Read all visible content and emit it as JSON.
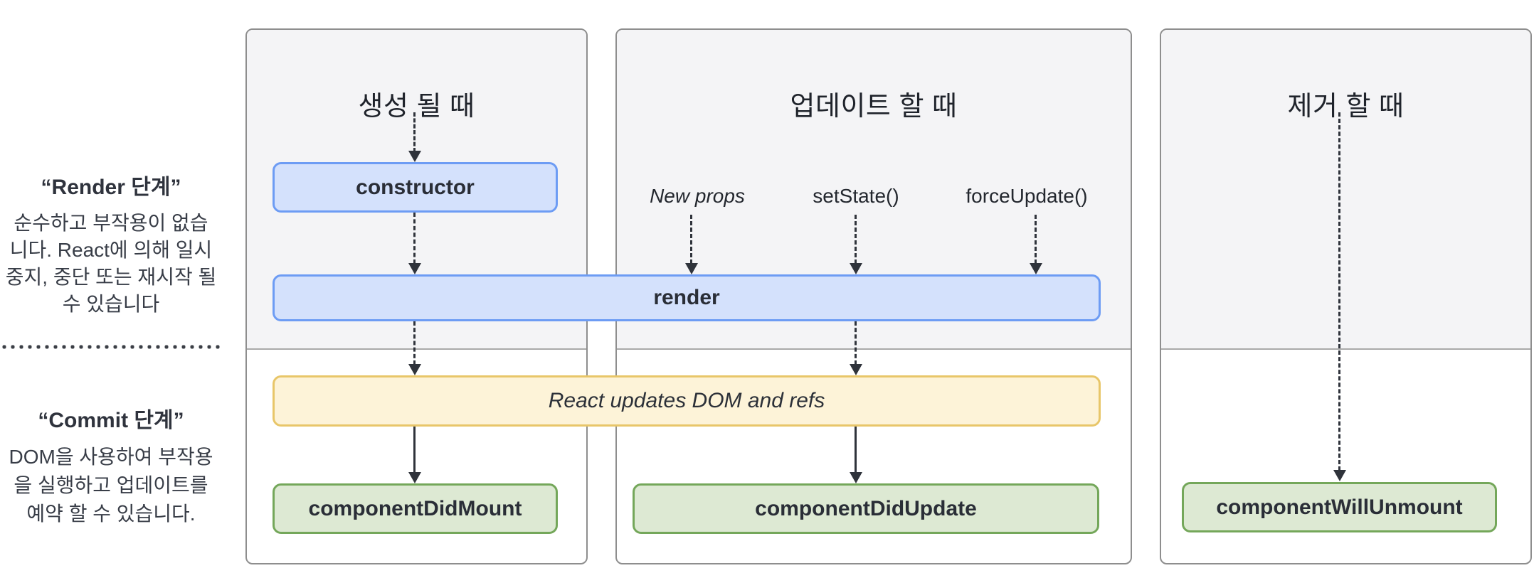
{
  "sidebar": {
    "render_phase": {
      "title": "“Render 단계”",
      "lines": [
        "순수하고 부작용이 없습",
        "니다. React에 의해 일시",
        "중지, 중단 또는 재시작 될",
        "수 있습니다"
      ]
    },
    "commit_phase": {
      "title": "“Commit 단계”",
      "lines": [
        "DOM을 사용하여 부작용",
        "을 실행하고 업데이트를",
        "예약 할 수 있습니다."
      ]
    }
  },
  "columns": [
    {
      "header": "생성 될 때"
    },
    {
      "header": "업데이트 할 때"
    },
    {
      "header": "제거 할 때"
    }
  ],
  "update_triggers": [
    "New props",
    "setState()",
    "forceUpdate()"
  ],
  "nodes": {
    "constructor": "constructor",
    "render": "render",
    "react_updates": "React updates DOM and refs",
    "component_did_mount": "componentDidMount",
    "component_did_update": "componentDidUpdate",
    "component_will_unmount": "componentWillUnmount"
  },
  "colors": {
    "blue": {
      "fill": "#d4e1fc",
      "border": "#6d9cf4"
    },
    "yellow": {
      "fill": "#fdf3d8",
      "border": "#e8c669"
    },
    "green": {
      "fill": "#dde9d3",
      "border": "#74a75a"
    },
    "panel_fill": "#f4f4f6",
    "panel_border": "#8e8e8e",
    "arrow": "#2f333b"
  }
}
